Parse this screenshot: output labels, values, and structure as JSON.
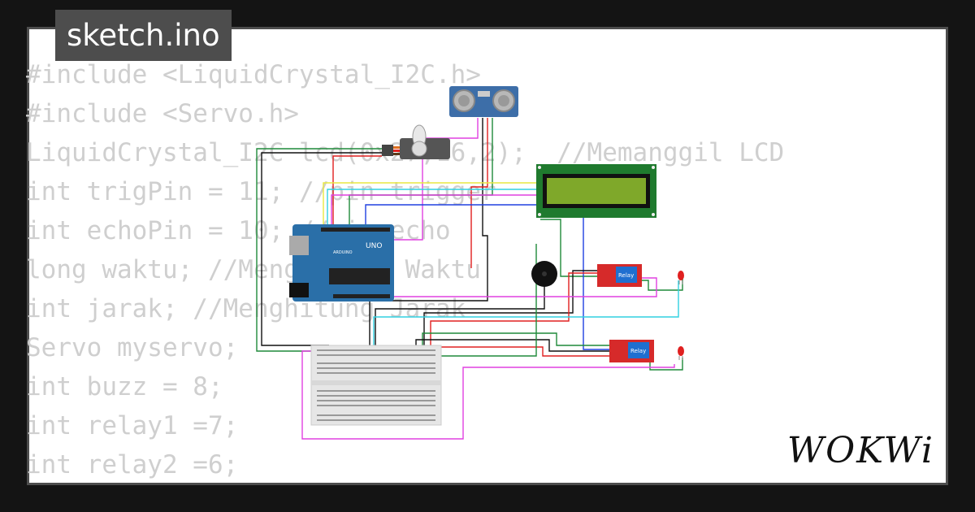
{
  "tab": {
    "filename": "sketch.ino"
  },
  "code_lines": [
    "#include <LiquidCrystal_I2C.h>",
    "#include <Servo.h>",
    "LiquidCrystal_I2C lcd(0x27,16,2);  //Memanggil LCD",
    "int trigPin = 11; //pin trigger",
    "int echoPin = 10; //pin echo",
    "long waktu; //Menghitung Waktu",
    "int jarak; //Menghitung Jarak",
    "Servo myservo;",
    "int buzz = 8;",
    "int relay1 =7;",
    "int relay2 =6;"
  ],
  "brand": {
    "logo": "WOKWi"
  },
  "board": {
    "name": "UNO",
    "brand": "ARDUINO"
  },
  "relays": [
    {
      "label": "Relay"
    },
    {
      "label": "Relay"
    }
  ],
  "colors": {
    "background": "#141414",
    "card_border": "#4d4d4d",
    "code_text": "#cfcfcf",
    "arduino": "#2a6fa8",
    "lcd_pcb": "#1f7a2e",
    "lcd_screen": "#7fa82a",
    "relay_pcb": "#d62a2a",
    "relay_block": "#1f6fd0",
    "ultrasonic": "#3d6ea8",
    "wire_green": "#1f8a3a",
    "wire_black": "#111111",
    "wire_red": "#e02020",
    "wire_blue": "#2040e0",
    "wire_magenta": "#e040e0",
    "wire_cyan": "#30d0e0",
    "wire_yellow": "#e8e840"
  }
}
